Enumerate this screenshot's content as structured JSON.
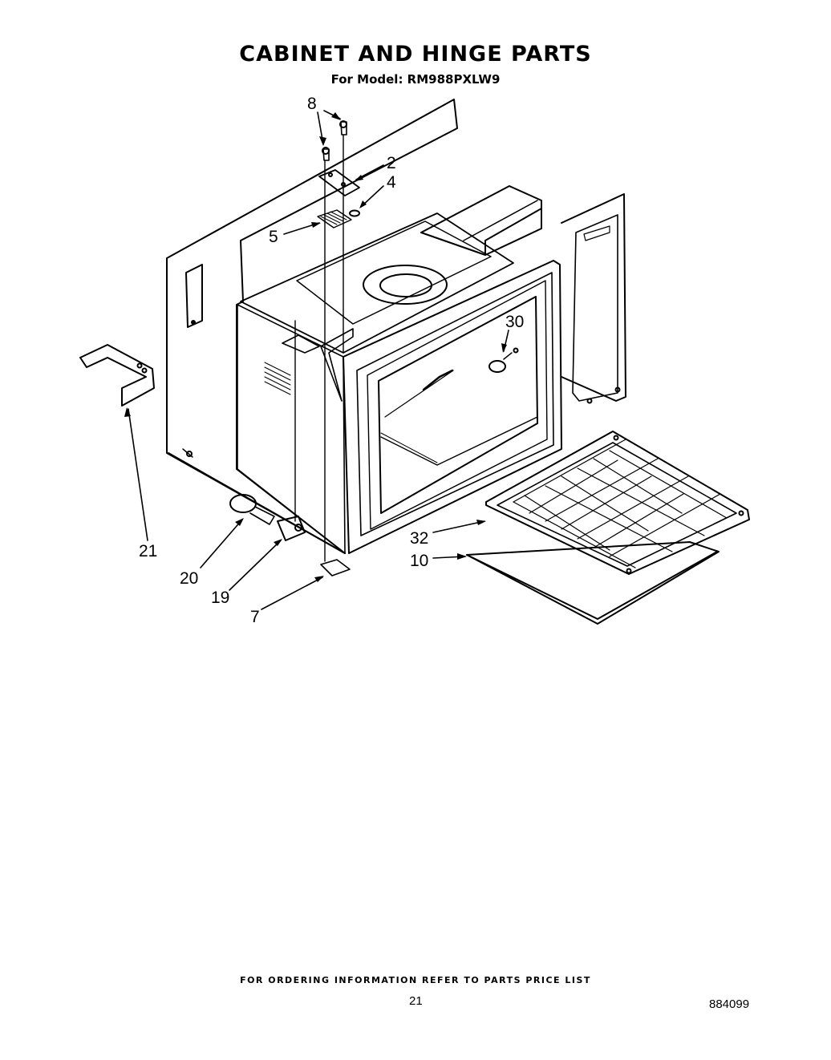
{
  "header": {
    "title": "CABINET AND HINGE PARTS",
    "model_line": "For Model: RM988PXLW9"
  },
  "callouts": {
    "c8": "8",
    "c2": "2",
    "c4": "4",
    "c5": "5",
    "c30": "30",
    "c21": "21",
    "c32": "32",
    "c10": "10",
    "c20": "20",
    "c19": "19",
    "c7": "7"
  },
  "footer": {
    "ordering_note": "FOR ORDERING INFORMATION REFER TO PARTS PRICE LIST",
    "page_number": "21",
    "document_number": "884099"
  }
}
